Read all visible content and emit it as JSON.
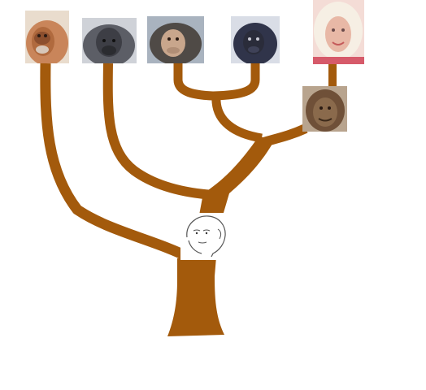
{
  "colors": {
    "branch": "#a35a0c",
    "background": "#ffffff"
  },
  "tips": [
    {
      "name": "orangutan-portrait",
      "tint": "#c9855a"
    },
    {
      "name": "gorilla-portrait",
      "tint": "#5c5e66"
    },
    {
      "name": "chimpanzee-portrait",
      "tint": "#4f4a46"
    },
    {
      "name": "bonobo-portrait",
      "tint": "#30344a"
    },
    {
      "name": "human-portrait",
      "tint": "#e8b8a6"
    },
    {
      "name": "early-hominin-portrait",
      "tint": "#8a6a4c"
    }
  ],
  "root_node": {
    "name": "common-ancestor-sketch"
  }
}
